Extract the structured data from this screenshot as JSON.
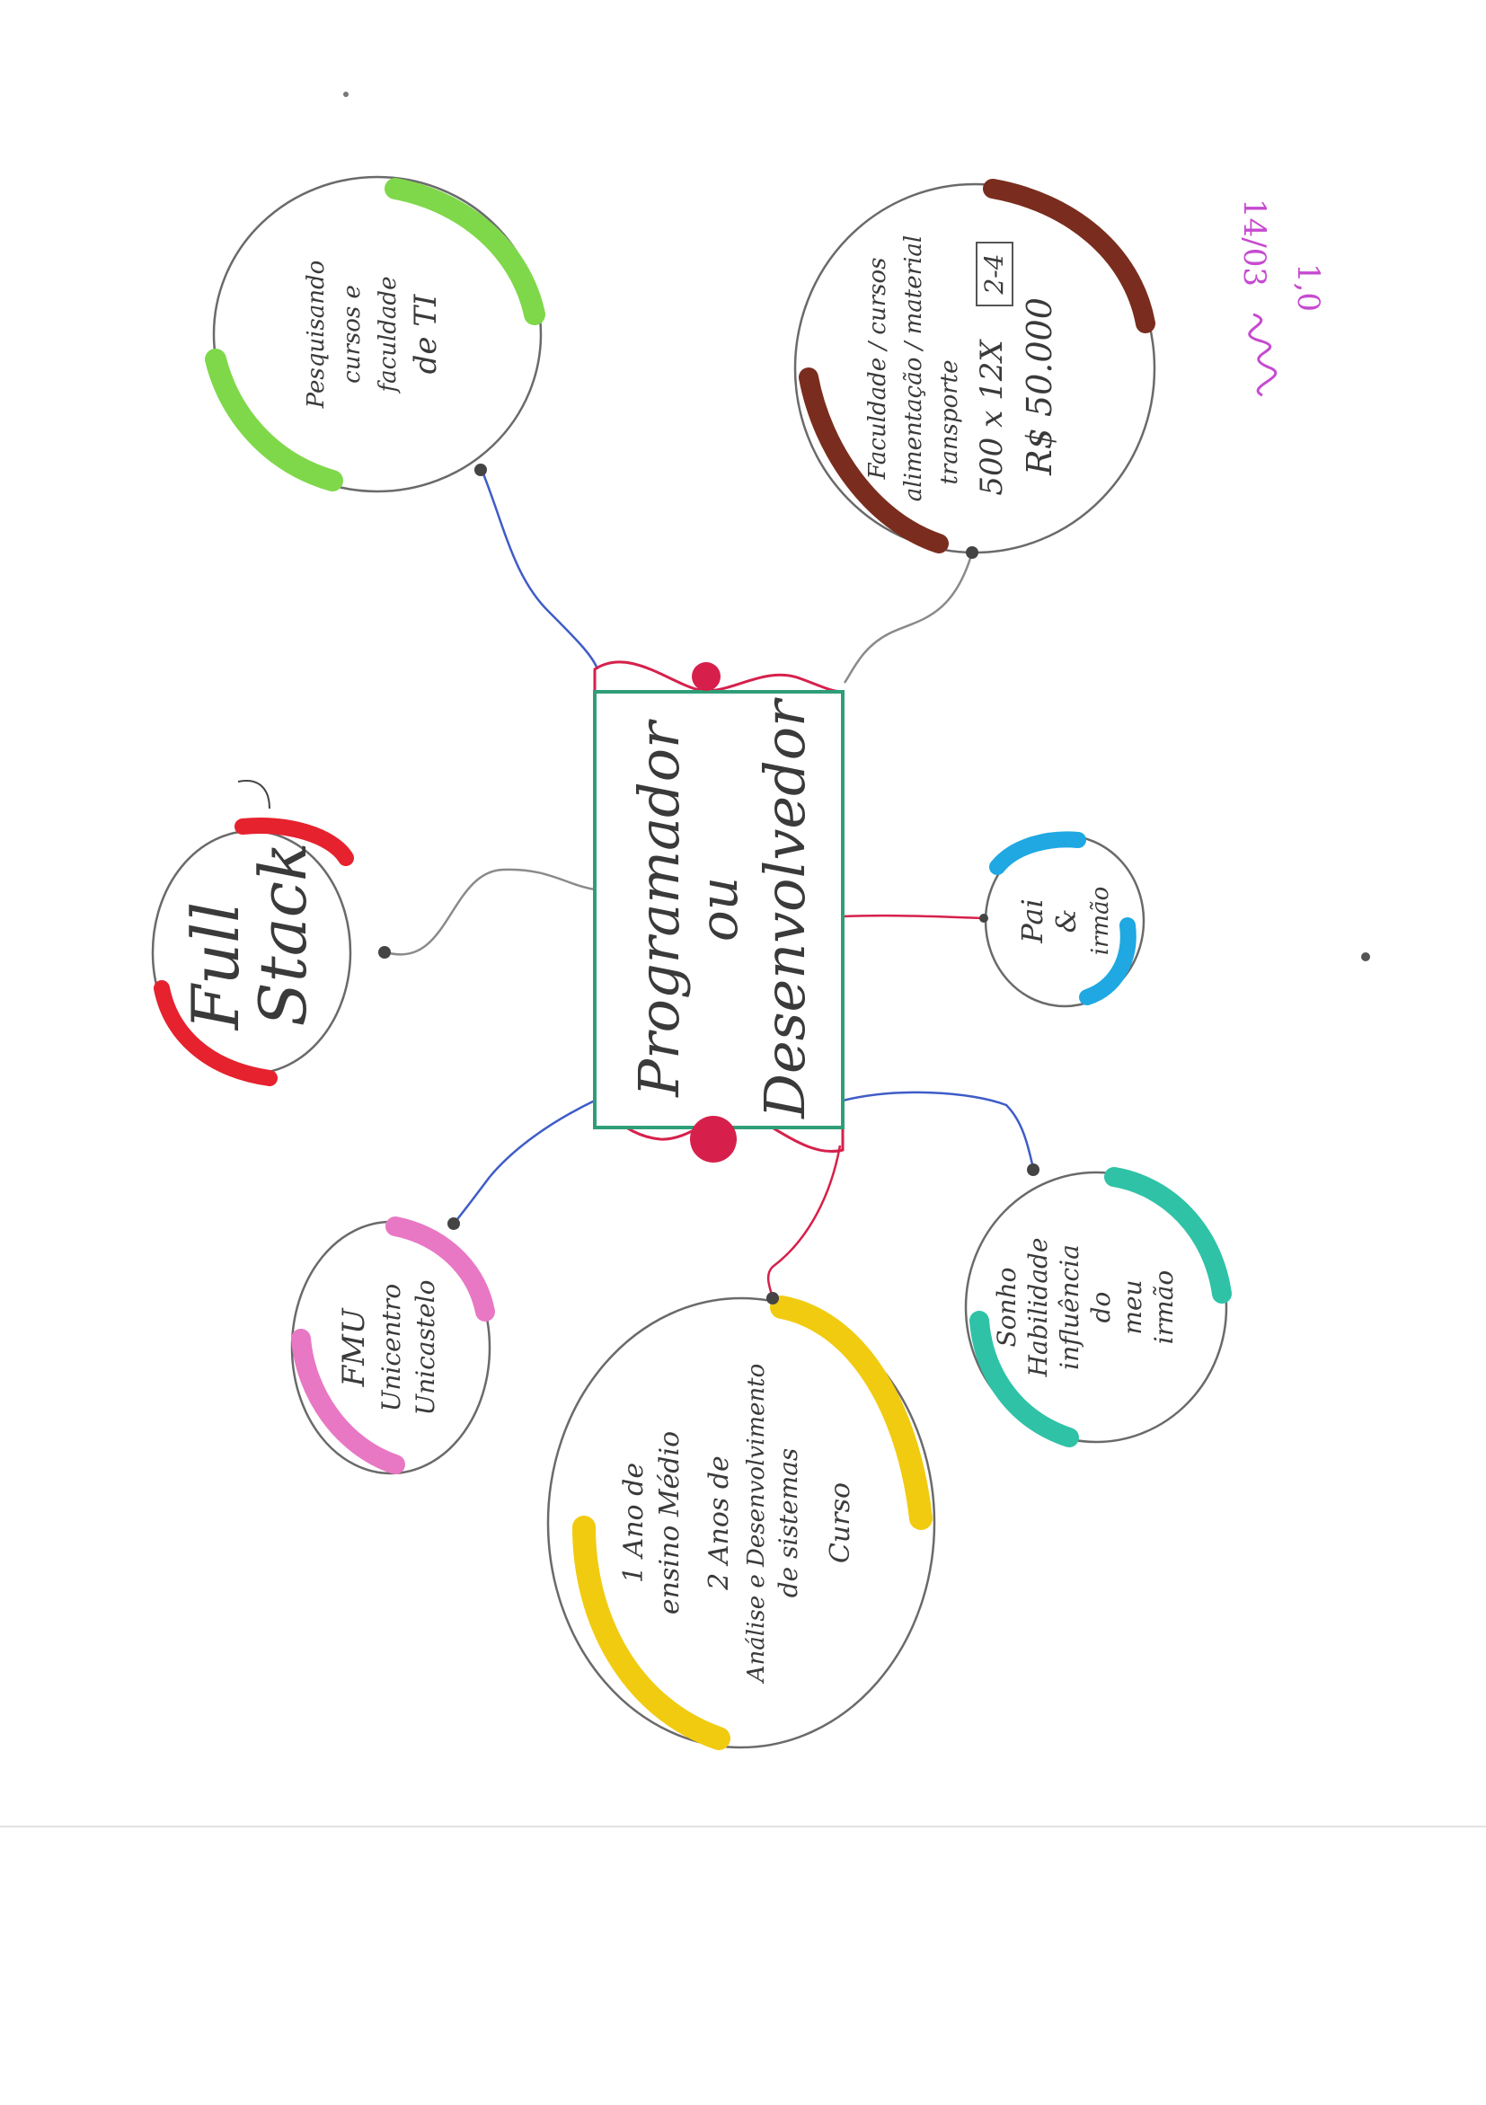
{
  "center": {
    "line1": "Programador",
    "line2": "ou",
    "line3": "Desenvolvedor"
  },
  "nodes": {
    "ti": {
      "lines": [
        "Pesquisando",
        "cursos e",
        "faculdade",
        "de TI"
      ],
      "color": "#7fd84a"
    },
    "fullstack": {
      "lines": [
        "Full",
        "Stack"
      ],
      "color": "#e5222e"
    },
    "fmu": {
      "lines": [
        "FMU",
        "Unicentro",
        "Unicastelo"
      ],
      "color": "#e878c4"
    },
    "curso": {
      "lines": [
        "1 Ano de",
        "ensino Médio",
        "2 Anos de",
        "Análise e Desenvolvimento",
        "de sistemas",
        "Curso"
      ],
      "color": "#f1cb10"
    },
    "sonho": {
      "lines": [
        "Sonho",
        "Habilidade",
        "influência",
        "do",
        "meu",
        "irmão"
      ],
      "color": "#2fc2a6"
    },
    "pai": {
      "lines": [
        "Pai",
        "&",
        "irmão"
      ],
      "color": "#1fa8e2"
    },
    "custo": {
      "lines": [
        "Faculdade / cursos",
        "alimentação / material",
        "transporte"
      ],
      "calc": "500 x 12X",
      "years": "2-4",
      "total": "R$ 50.000",
      "color": "#7a2d1e"
    }
  },
  "signature": {
    "line1": "1,0",
    "line2": "14/03"
  },
  "colors": {
    "center_border": "#2f9e78",
    "ribbon": "#d6204b",
    "connector_blue": "#3f5cc8",
    "connector_gray": "#8a8a8a",
    "signature": "#c64ad0"
  }
}
